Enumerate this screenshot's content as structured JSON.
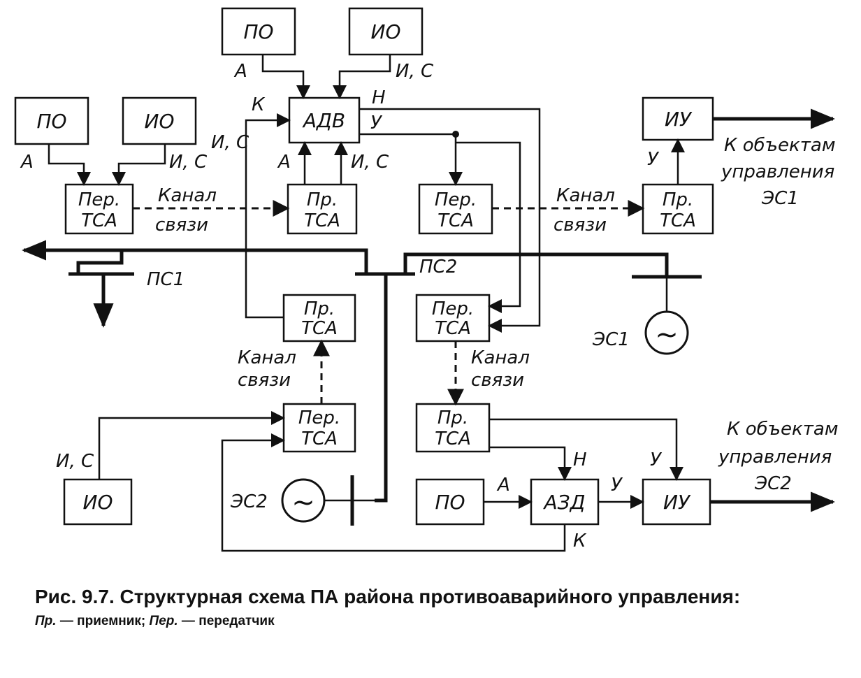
{
  "figure": {
    "blocks": {
      "po_top": "ПО",
      "io_top": "ИО",
      "po_left": "ПО",
      "io_left": "ИО",
      "adv": "АДВ",
      "iu_top": "ИУ",
      "per_tsa_1": [
        "Пер.",
        "ТСА"
      ],
      "pr_tsa_1": [
        "Пр.",
        "ТСА"
      ],
      "per_tsa_2": [
        "Пер.",
        "ТСА"
      ],
      "pr_tsa_2": [
        "Пр.",
        "ТСА"
      ],
      "pr_tsa_3": [
        "Пр.",
        "ТСА"
      ],
      "per_tsa_3": [
        "Пер.",
        "ТСА"
      ],
      "per_tsa_4": [
        "Пер.",
        "ТСА"
      ],
      "pr_tsa_4": [
        "Пр.",
        "ТСА"
      ],
      "io_bottom": "ИО",
      "po_bottom": "ПО",
      "azd": "АЗД",
      "iu_bottom": "ИУ"
    },
    "labels": {
      "a_top": "А",
      "is_top": "И, С",
      "a_left": "А",
      "is_left": "И, С",
      "k_adv": "К",
      "is_mid": "И, С",
      "a_adv_in": "А",
      "is_adv_in": "И, С",
      "n_adv": "Н",
      "u_adv": "У",
      "u_iu_top": "У",
      "channel_1": [
        "Канал",
        "связи"
      ],
      "channel_2": [
        "Канал",
        "связи"
      ],
      "channel_3": [
        "Канал",
        "связи"
      ],
      "channel_4": [
        "Канал",
        "связи"
      ],
      "ps1": "ПС1",
      "ps2": "ПС2",
      "es1": "ЭС1",
      "es2": "ЭС2",
      "to_objects_1": [
        "К объектам",
        "управления",
        "ЭС1"
      ],
      "to_objects_2": [
        "К объектам",
        "управления",
        "ЭС2"
      ],
      "is_bottom": "И, С",
      "n_azd": "Н",
      "u_iu_bottom": "У",
      "a_azd": "А",
      "u_azd": "У",
      "k_azd": "К",
      "generator_symbol": "~"
    }
  },
  "caption": {
    "main": "Рис. 9.7. Структурная схема ПА района противоаварийного управления:",
    "legend_pr": "Пр.",
    "legend_pr_text": " — приемник; ",
    "legend_per": "Пер.",
    "legend_per_text": " — передатчик"
  }
}
